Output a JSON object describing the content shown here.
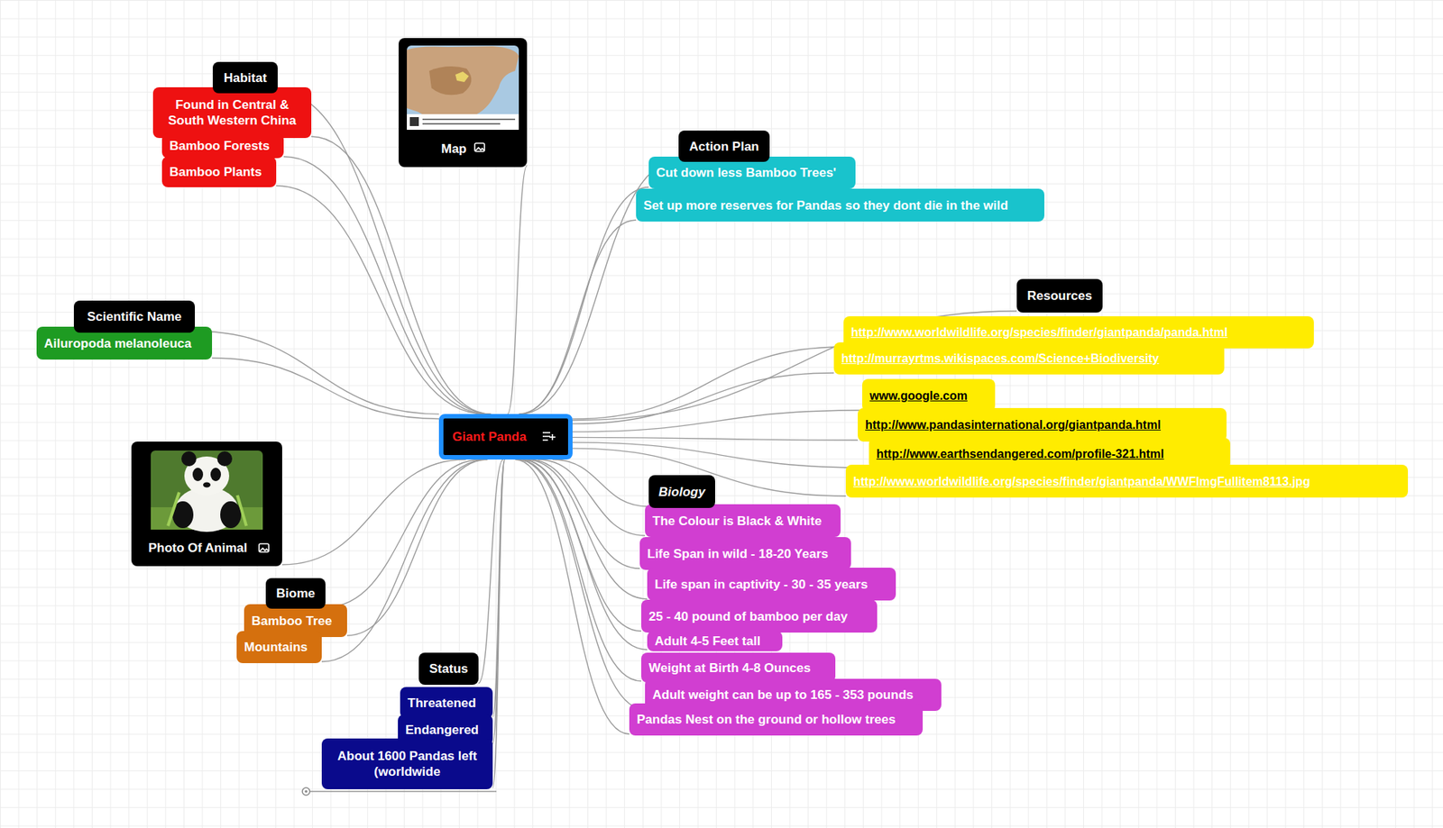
{
  "diagram": {
    "nodes": [
      {
        "text": [
          "Giant Panda"
        ]
      },
      {
        "text": [
          "Habitat"
        ]
      },
      {
        "text": [
          "Found in Central & South Western China"
        ]
      },
      {
        "text": [
          "Bamboo Forests"
        ]
      },
      {
        "text": [
          "Bamboo Plants"
        ]
      },
      {
        "text": [
          "Map"
        ]
      },
      {
        "text": [
          "Action Plan"
        ]
      },
      {
        "text": [
          "Cut down less Bamboo Trees'"
        ]
      },
      {
        "text": [
          "Set up more reserves for Pandas so they dont die in the wild"
        ]
      },
      {
        "text": [
          "Resources"
        ]
      },
      {
        "text": [
          "http://www.worldwildlife.org/species/finder/giantpanda/panda.html"
        ]
      },
      {
        "text": [
          "http://murrayrtms.wikispaces.com/Science+Biodiversity"
        ]
      },
      {
        "text": [
          "www.google.com"
        ]
      },
      {
        "text": [
          "http://www.pandasinternational.org/giantpanda.html"
        ]
      },
      {
        "text": [
          "http://www.earthsendangered.com/profile-321.html"
        ]
      },
      {
        "text": [
          "http://www.worldwildlife.org/species/finder/giantpanda/WWFImgFullitem8113.jpg"
        ]
      },
      {
        "text": [
          "Biology"
        ]
      },
      {
        "text": [
          "The Colour is Black & White"
        ]
      },
      {
        "text": [
          "Life Span in wild - 18-20 Years"
        ]
      },
      {
        "text": [
          "Life span in captivity - 30 - 35 years"
        ]
      },
      {
        "text": [
          "25 - 40 pound of bamboo per day"
        ]
      },
      {
        "text": [
          "Adult 4-5 Feet tall"
        ]
      },
      {
        "text": [
          "Weight at Birth 4-8 Ounces"
        ]
      },
      {
        "text": [
          "Adult weight can be up to 165 - 353 pounds"
        ]
      },
      {
        "text": [
          "Pandas Nest on the ground or hollow trees"
        ]
      },
      {
        "text": [
          "Status"
        ]
      },
      {
        "text": [
          "Threatened"
        ]
      },
      {
        "text": [
          "Endangered"
        ]
      },
      {
        "text": [
          "About 1600 Pandas left (worldwide"
        ]
      },
      {
        "text": [
          "Biome"
        ]
      },
      {
        "text": [
          "Bamboo Tree"
        ]
      },
      {
        "text": [
          "Mountains"
        ]
      },
      {
        "text": [
          "Photo Of Animal"
        ]
      },
      {
        "text": [
          "Scientific Name"
        ]
      },
      {
        "text": [
          "Ailuropoda melanoleuca"
        ]
      }
    ],
    "edges": [
      {
        "from": 0,
        "to": 1,
        "arrow": "none"
      },
      {
        "from": 0,
        "to": 2,
        "arrow": "none"
      },
      {
        "from": 0,
        "to": 3,
        "arrow": "none"
      },
      {
        "from": 0,
        "to": 4,
        "arrow": "none"
      },
      {
        "from": 0,
        "to": 5,
        "arrow": "none"
      },
      {
        "from": 0,
        "to": 6,
        "arrow": "none"
      },
      {
        "from": 0,
        "to": 7,
        "arrow": "none"
      },
      {
        "from": 0,
        "to": 8,
        "arrow": "none"
      },
      {
        "from": 0,
        "to": 9,
        "arrow": "none"
      },
      {
        "from": 0,
        "to": 10,
        "arrow": "none"
      },
      {
        "from": 0,
        "to": 11,
        "arrow": "none"
      },
      {
        "from": 0,
        "to": 12,
        "arrow": "none"
      },
      {
        "from": 0,
        "to": 13,
        "arrow": "none"
      },
      {
        "from": 0,
        "to": 14,
        "arrow": "none"
      },
      {
        "from": 0,
        "to": 15,
        "arrow": "none"
      },
      {
        "from": 0,
        "to": 16,
        "arrow": "none"
      },
      {
        "from": 0,
        "to": 17,
        "arrow": "none"
      },
      {
        "from": 0,
        "to": 18,
        "arrow": "none"
      },
      {
        "from": 0,
        "to": 19,
        "arrow": "none"
      },
      {
        "from": 0,
        "to": 20,
        "arrow": "none"
      },
      {
        "from": 0,
        "to": 21,
        "arrow": "none"
      },
      {
        "from": 0,
        "to": 22,
        "arrow": "none"
      },
      {
        "from": 0,
        "to": 23,
        "arrow": "none"
      },
      {
        "from": 0,
        "to": 24,
        "arrow": "none"
      },
      {
        "from": 0,
        "to": 25,
        "arrow": "none"
      },
      {
        "from": 0,
        "to": 26,
        "arrow": "none"
      },
      {
        "from": 0,
        "to": 27,
        "arrow": "none"
      },
      {
        "from": 0,
        "to": 28,
        "arrow": "none"
      },
      {
        "from": 0,
        "to": 29,
        "arrow": "none"
      },
      {
        "from": 0,
        "to": 30,
        "arrow": "none"
      },
      {
        "from": 0,
        "to": 31,
        "arrow": "none"
      },
      {
        "from": 0,
        "to": 32,
        "arrow": "none"
      },
      {
        "from": 0,
        "to": 33,
        "arrow": "none"
      },
      {
        "from": 0,
        "to": 34,
        "arrow": "none"
      }
    ]
  }
}
